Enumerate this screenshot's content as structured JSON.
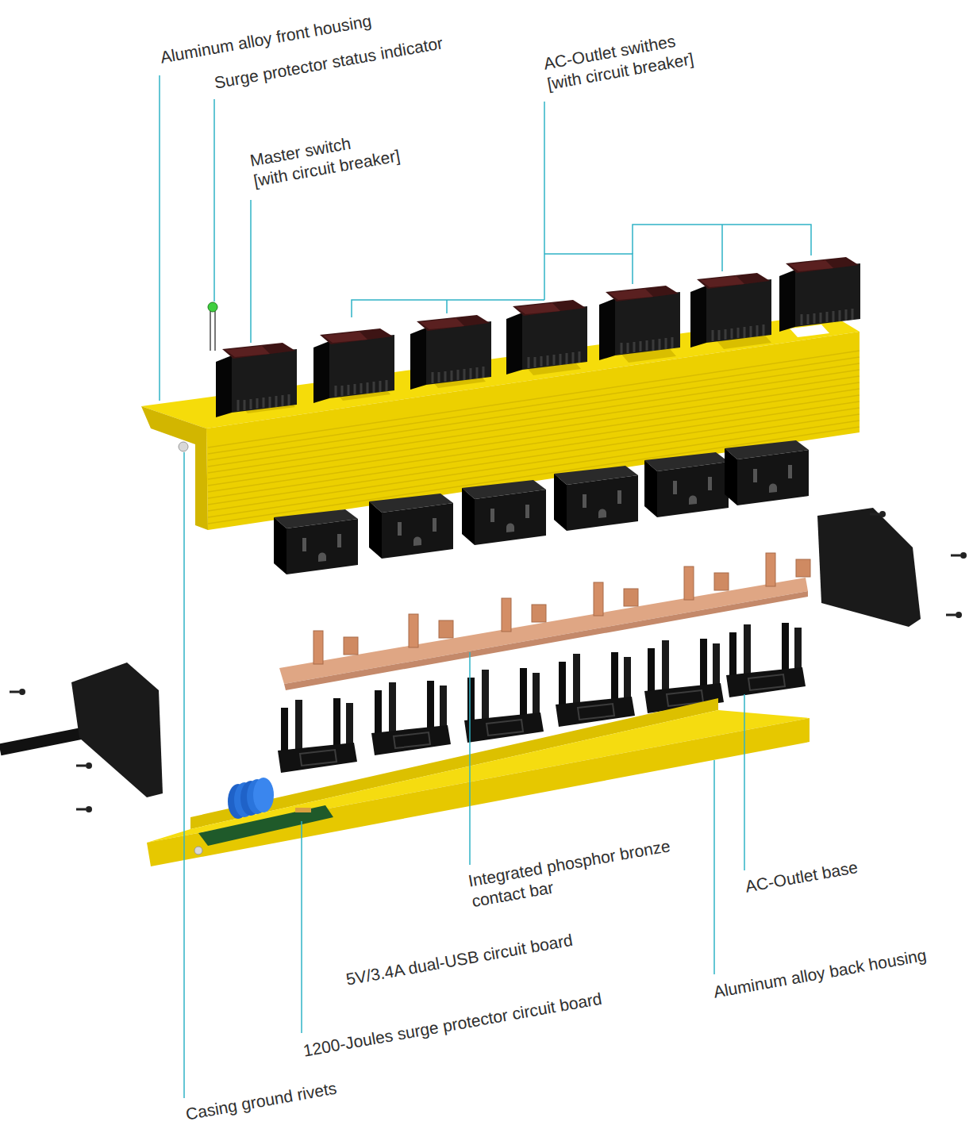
{
  "diagram": {
    "labels": [
      "Aluminum alloy front housing",
      "Surge protector status indicator",
      "AC-Outlet swithes [with circuit breaker]",
      "Master switch [with circuit breaker]",
      "Integrated phosphor bronze contact bar",
      "AC-Outlet base",
      "5V/3.4A dual-USB circuit board",
      "Aluminum alloy back housing",
      "1200-Joules surge protector circuit board",
      "Casing ground rivets"
    ]
  }
}
